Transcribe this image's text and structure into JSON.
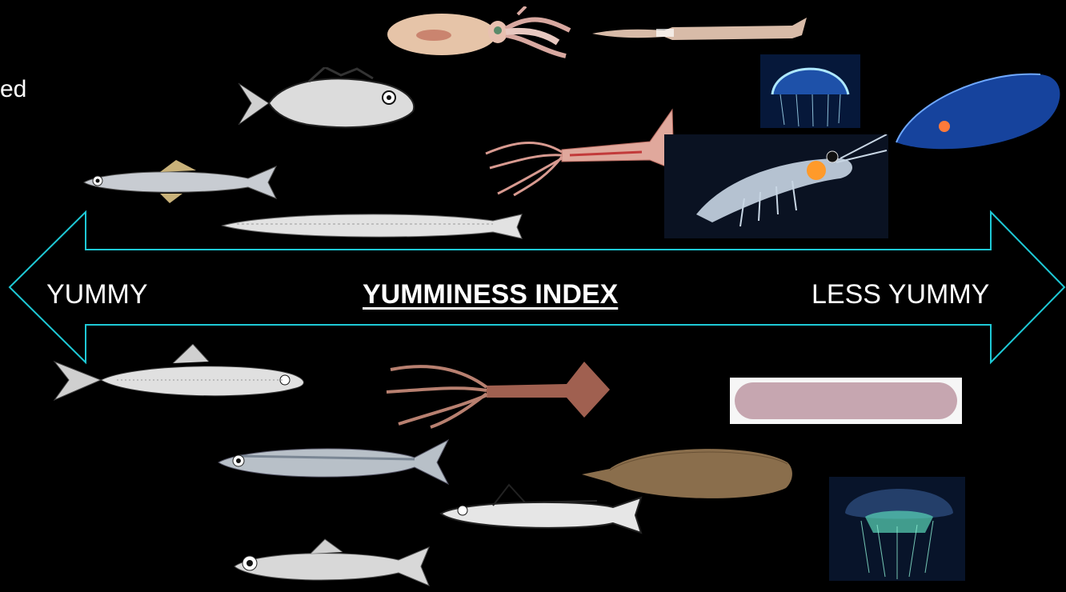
{
  "fragment_text": "ed",
  "axis": {
    "left_label": "YUMMY",
    "center_label": "YUMMINESS INDEX",
    "right_label": "LESS YUMMY",
    "arrow_color": "#1ec9d6"
  },
  "bottom_caption": "",
  "creatures_above": [
    "squid-icon",
    "squid-icon",
    "rockfish-icon",
    "jellyfish-icon",
    "salp-icon",
    "squid-icon",
    "lanternfish-icon",
    "krill-icon",
    "eel-fish-icon"
  ],
  "creatures_below": [
    "anchovy-icon",
    "squid-icon",
    "sea-cucumber-icon",
    "mackerel-icon",
    "flatfish-icon",
    "hake-icon",
    "jellyfish-icon",
    "lanternfish-icon"
  ]
}
